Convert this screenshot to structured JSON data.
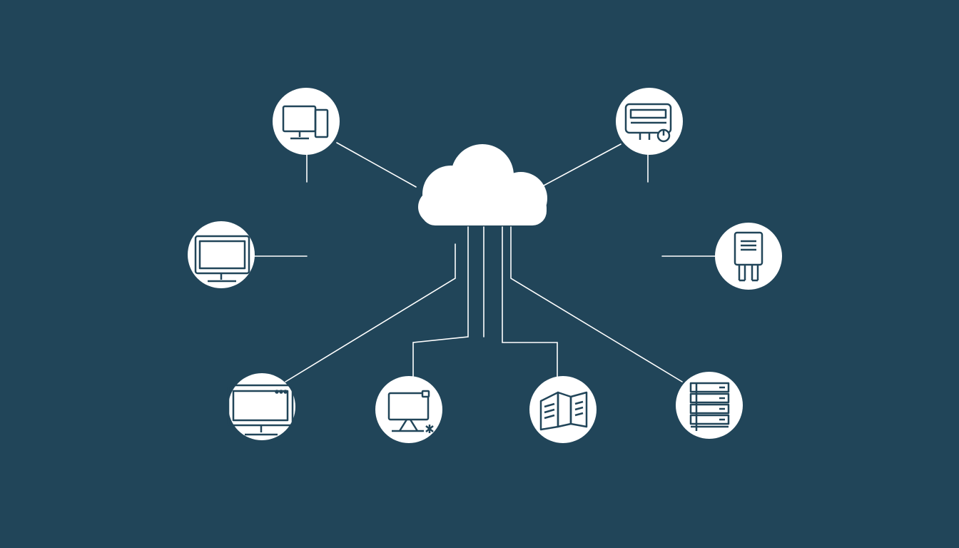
{
  "colors": {
    "background": "#214559",
    "line": "#ffffff",
    "node_fill": "#ffffff",
    "icon_stroke": "#214559"
  },
  "center": {
    "shape": "cloud",
    "icon": "cloud-icon"
  },
  "nodes": [
    {
      "id": "desktop-computer",
      "icon": "desktop-computer-icon"
    },
    {
      "id": "router",
      "icon": "router-icon"
    },
    {
      "id": "monitor",
      "icon": "monitor-icon"
    },
    {
      "id": "server-tower",
      "icon": "server-tower-icon"
    },
    {
      "id": "widescreen-monitor",
      "icon": "widescreen-monitor-icon"
    },
    {
      "id": "workstation",
      "icon": "workstation-icon"
    },
    {
      "id": "storage-array",
      "icon": "storage-array-icon"
    },
    {
      "id": "server-rack",
      "icon": "server-rack-icon"
    }
  ]
}
